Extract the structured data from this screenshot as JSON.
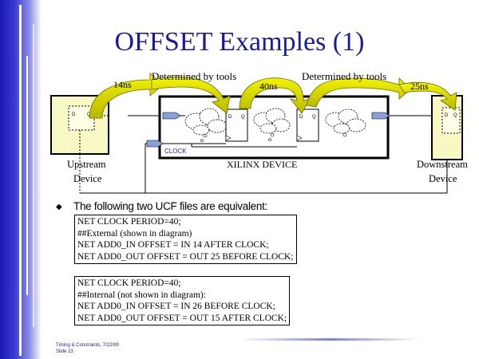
{
  "slide": {
    "title": "OFFSET Examples (1)",
    "footer_line1": "Timing & Constraints, 7/22/99",
    "footer_line2": "Slide 23"
  },
  "diagram": {
    "label_14ns": "14ns",
    "label_determined_1": "Determined by tools",
    "label_40ns": "40ns",
    "label_determined_2": "Determined by tools",
    "label_25ns": "25ns",
    "clock_label": "CLOCK",
    "xilinx_device_label": "XILINX DEVICE",
    "upstream_line1": "Upstream",
    "upstream_line2": "Device",
    "downstream_line1": "Downstream",
    "downstream_line2": "Device",
    "arrow_color": "#e8e800"
  },
  "content": {
    "intro": "The following two UCF files are equivalent:",
    "external_lines": [
      "NET CLOCK PERIOD=40;",
      "##External (shown in diagram)",
      "NET ADD0_IN OFFSET = IN 14 AFTER CLOCK;",
      "NET ADD0_OUT OFFSET = OUT 25 BEFORE CLOCK;"
    ],
    "internal_lines": [
      "NET CLOCK PERIOD=40;",
      "##Internal (not shown in diagram):",
      "NET ADD0_IN OFFSET = IN 26 BEFORE CLOCK;",
      "NET ADD0_OUT OFFSET = OUT 15 AFTER CLOCK;"
    ]
  }
}
